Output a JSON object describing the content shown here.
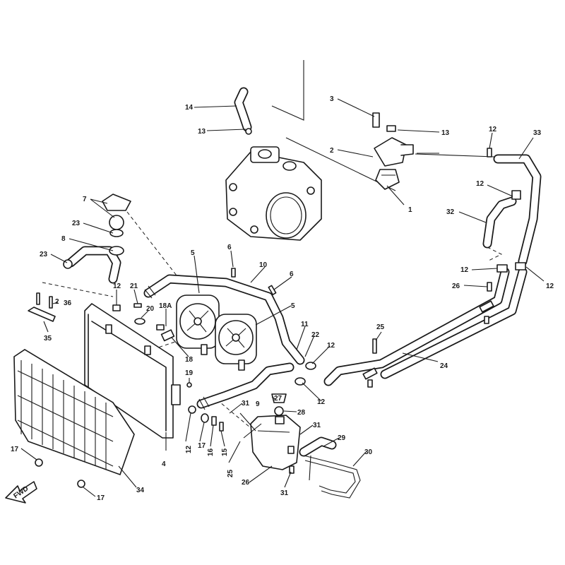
{
  "callouts": {
    "c1": "1",
    "c2": "2",
    "c3": "3",
    "c4": "4",
    "c5a": "5",
    "c5b": "5",
    "c6a": "6",
    "c6b": "6",
    "c7": "7",
    "c8": "8",
    "c9": "9",
    "c10": "10",
    "c11": "11",
    "c12a": "12",
    "c12b": "12",
    "c12c": "12",
    "c12d": "12",
    "c12e": "12",
    "c12f": "12",
    "c12g": "12",
    "c12h": "12",
    "c13a": "13",
    "c13b": "13",
    "c14": "14",
    "c15": "15",
    "c16": "16",
    "c17a": "17",
    "c17b": "17",
    "c17c": "17",
    "c18": "18",
    "c18a": "18A",
    "c19": "19",
    "c20": "20",
    "c21": "21",
    "c22": "22",
    "c23a": "23",
    "c23b": "23",
    "c24": "24",
    "c25a": "25",
    "c25b": "25",
    "c26a": "26",
    "c26b": "26",
    "c27": "27",
    "c28": "28",
    "c29": "29",
    "c30": "30",
    "c31a": "31",
    "c31b": "31",
    "c31c": "31",
    "c32": "32",
    "c33": "33",
    "c34": "34",
    "c35": "35",
    "c36": "36",
    "c2b": "2"
  },
  "fwd_label": "FWD"
}
